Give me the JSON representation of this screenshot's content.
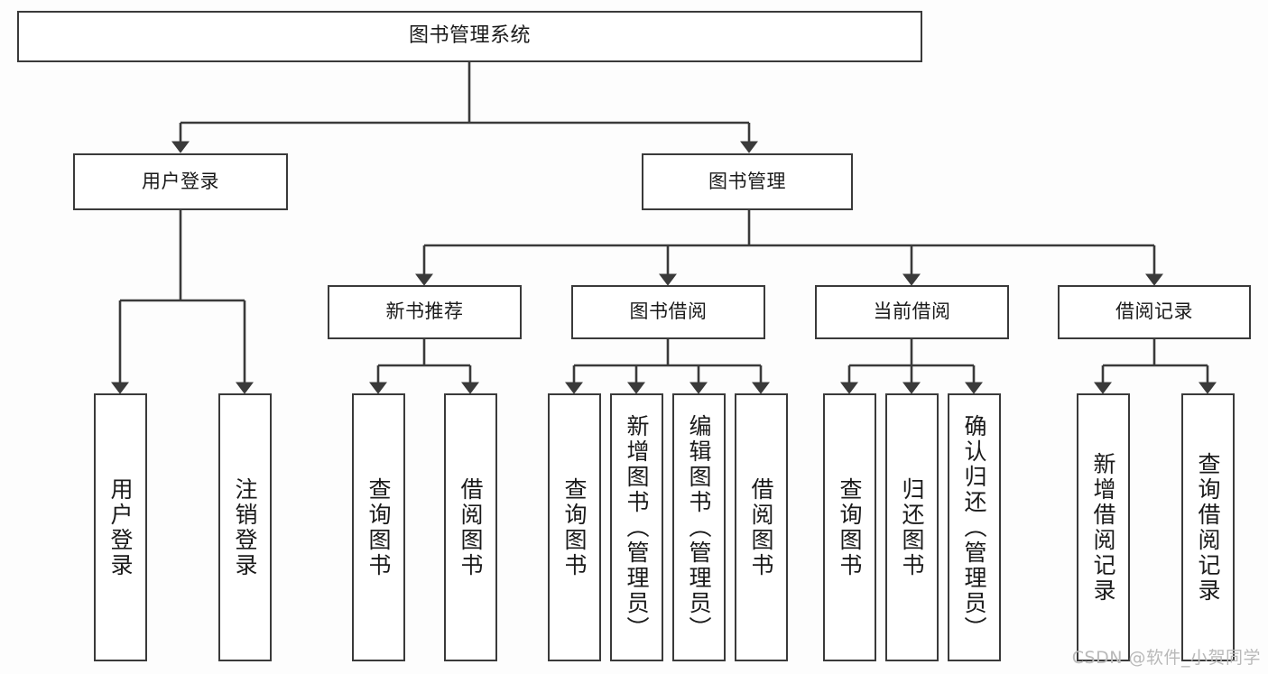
{
  "diagram": {
    "type": "tree",
    "title": "图书管理系统",
    "background_color": "#fdfdfd",
    "line_color": "#3a3a3a",
    "text_color": "#1a1a1a"
  },
  "nodes": {
    "root": {
      "label": "图书管理系统"
    },
    "level2": [
      {
        "id": "user-login",
        "label": "用户登录"
      },
      {
        "id": "book-manage",
        "label": "图书管理"
      }
    ],
    "level3": [
      {
        "id": "new-book-rec",
        "label": "新书推荐"
      },
      {
        "id": "book-borrow",
        "label": "图书借阅"
      },
      {
        "id": "current-borrow",
        "label": "当前借阅"
      },
      {
        "id": "borrow-record",
        "label": "借阅记录"
      }
    ],
    "leaves": {
      "user_login": [
        {
          "id": "leaf-user-login",
          "label": "用户登录"
        },
        {
          "id": "leaf-logout",
          "label": "注销登录"
        }
      ],
      "new_book_rec": [
        {
          "id": "leaf-query-book-1",
          "label": "查询图书"
        },
        {
          "id": "leaf-borrow-book-1",
          "label": "借阅图书"
        }
      ],
      "book_borrow": [
        {
          "id": "leaf-query-book-2",
          "label": "查询图书"
        },
        {
          "id": "leaf-add-book",
          "label": "新增图书（管理员）"
        },
        {
          "id": "leaf-edit-book",
          "label": "编辑图书（管理员）"
        },
        {
          "id": "leaf-borrow-book-2",
          "label": "借阅图书"
        }
      ],
      "current_borrow": [
        {
          "id": "leaf-query-book-3",
          "label": "查询图书"
        },
        {
          "id": "leaf-return-book",
          "label": "归还图书"
        },
        {
          "id": "leaf-confirm-return",
          "label": "确认归还（管理员）"
        }
      ],
      "borrow_record": [
        {
          "id": "leaf-add-record",
          "label": "新增借阅记录"
        },
        {
          "id": "leaf-query-record",
          "label": "查询借阅记录"
        }
      ]
    }
  },
  "watermark": {
    "text": "CSDN @软件_小贺同学"
  }
}
